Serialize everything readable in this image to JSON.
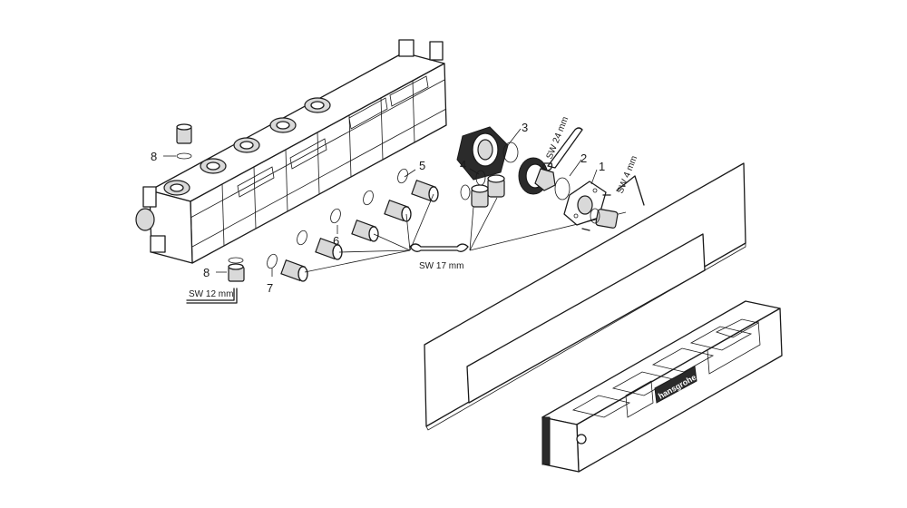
{
  "callouts": {
    "c1": "1",
    "c2": "2",
    "c3": "3",
    "c4": "4",
    "c5": "5",
    "c6": "6",
    "c7": "7",
    "c8a": "8",
    "c8b": "8"
  },
  "tools": {
    "sw17": "SW 17 mm",
    "sw12": "SW 12 mm",
    "sw24": "SW 24 mm",
    "sw4": "SW 4 mm"
  },
  "brand": "hansgrohe"
}
